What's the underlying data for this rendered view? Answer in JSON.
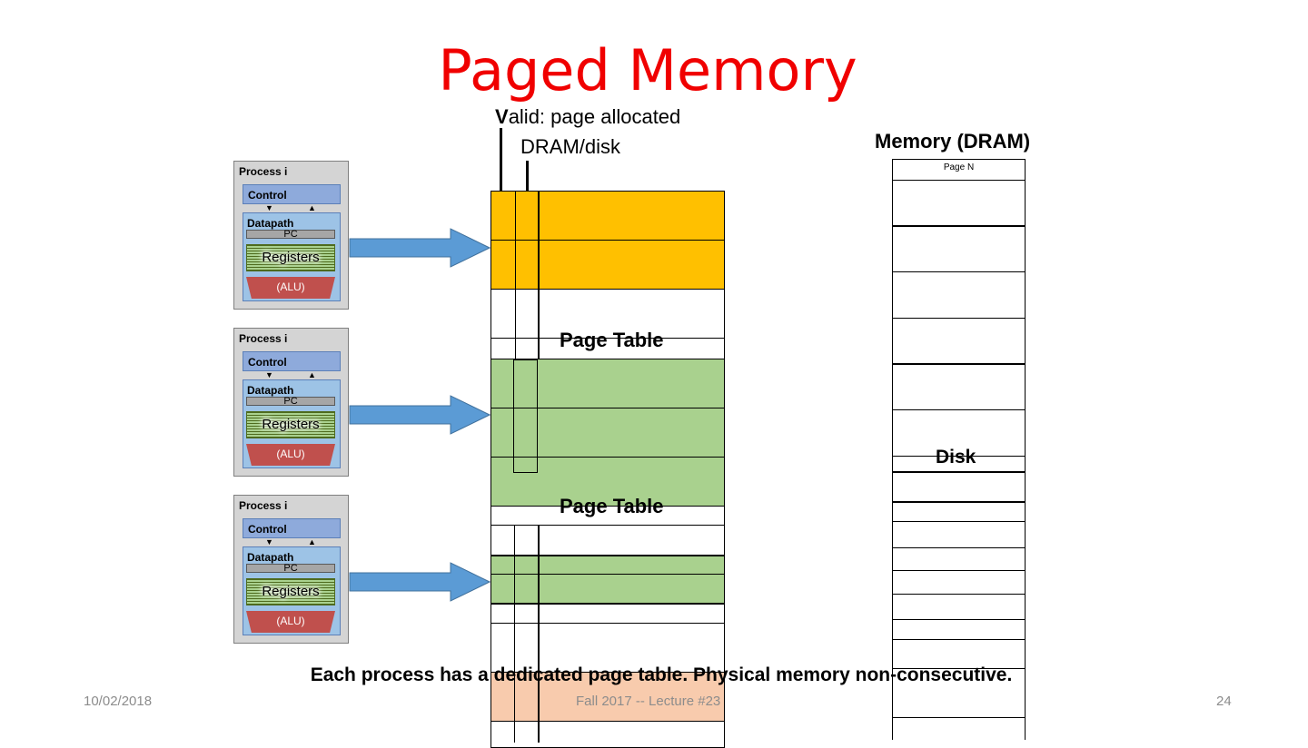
{
  "slide": {
    "title": "Paged Memory",
    "valid_label_bold": "V",
    "valid_label_rest": "alid: page allocated",
    "dram_disk_label": "DRAM/disk",
    "memory_title": "Memory (DRAM)",
    "page_n_label": "Page N",
    "disk_label": "Disk",
    "page_table_label": "Page Table",
    "caption": "Each process has a dedicated page table. Physical memory non-consecutive."
  },
  "processes": [
    {
      "title": "Process i",
      "control": "Control",
      "datapath": "Datapath",
      "pc": "PC",
      "registers": "Registers",
      "alu": "(ALU)"
    },
    {
      "title": "Process i",
      "control": "Control",
      "datapath": "Datapath",
      "pc": "PC",
      "registers": "Registers",
      "alu": "(ALU)"
    },
    {
      "title": "Process i",
      "control": "Control",
      "datapath": "Datapath",
      "pc": "PC",
      "registers": "Registers",
      "alu": "(ALU)"
    }
  ],
  "colors": {
    "title": "#f00000",
    "page_table_1": "#ffc000",
    "page_table_2": "#a9d18e",
    "page_table_3_highlight": "#a9d18e",
    "page_table_4": "#f8cbad",
    "arrow": "#5b9bd5"
  },
  "footer": {
    "date": "10/02/2018",
    "center": "Fall 2017 -- Lecture #23",
    "page_number": "24"
  }
}
